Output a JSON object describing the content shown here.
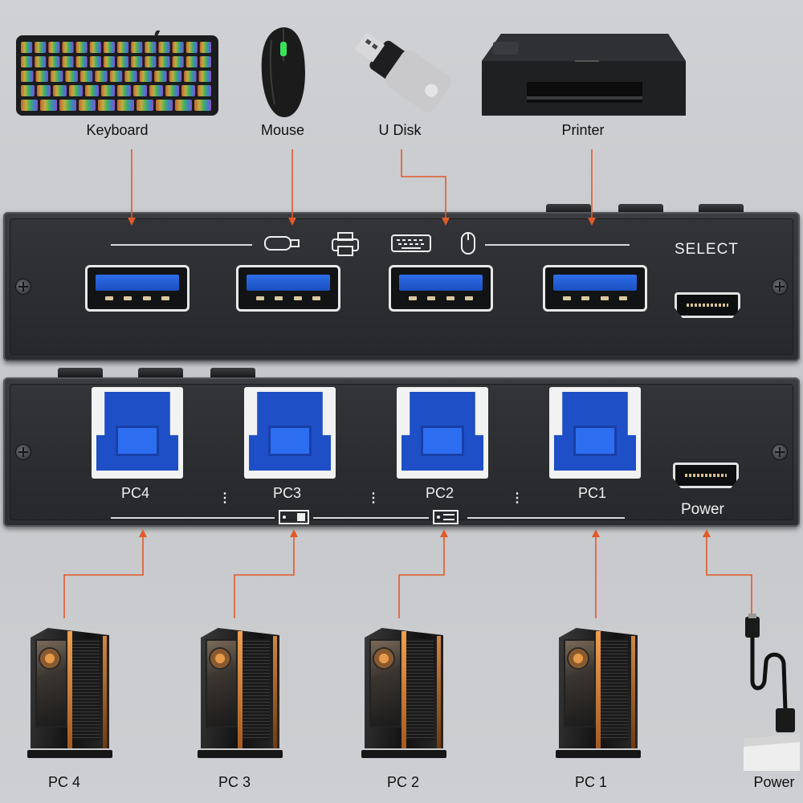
{
  "devices_top": {
    "keyboard": "Keyboard",
    "mouse": "Mouse",
    "udisk": "U Disk",
    "printer": "Printer"
  },
  "top_panel": {
    "select_label": "SELECT"
  },
  "bottom_panel": {
    "ports": [
      "PC4",
      "PC3",
      "PC2",
      "PC1"
    ],
    "power_label": "Power"
  },
  "computers": [
    "PC 4",
    "PC 3",
    "PC 2",
    "PC 1"
  ],
  "power_source": "Power",
  "colors": {
    "wire": "#e05a2a",
    "usb_blue": "#1e4fc6",
    "panel": "#2b2d30"
  }
}
